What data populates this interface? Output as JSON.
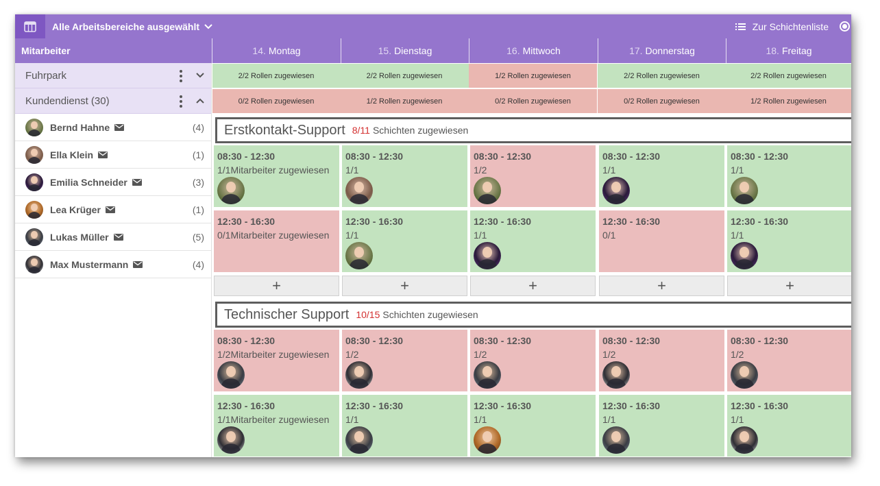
{
  "topbar": {
    "workspace_label": "Alle Arbeitsbereiche ausgewählt",
    "list_label": "Zur Schichtenliste"
  },
  "header": {
    "staff_label": "Mitarbeiter",
    "days": [
      {
        "num": "14.",
        "name": "Montag"
      },
      {
        "num": "15.",
        "name": "Dienstag"
      },
      {
        "num": "16.",
        "name": "Mittwoch"
      },
      {
        "num": "17.",
        "name": "Donnerstag"
      },
      {
        "num": "18.",
        "name": "Freitag"
      }
    ]
  },
  "sidebar": {
    "groups": [
      {
        "name": "Fuhrpark",
        "expanded": false
      },
      {
        "name": "Kundendienst (30)",
        "expanded": true
      }
    ],
    "employees": [
      {
        "name": "Bernd Hahne",
        "count": "(4)",
        "avatar": "bernd"
      },
      {
        "name": "Ella Klein",
        "count": "(1)",
        "avatar": "ella"
      },
      {
        "name": "Emilia Schneider",
        "count": "(3)",
        "avatar": "emilia"
      },
      {
        "name": "Lea Krüger",
        "count": "(1)",
        "avatar": "lea"
      },
      {
        "name": "Lukas Müller",
        "count": "(5)",
        "avatar": "lukas"
      },
      {
        "name": "Max Mustermann",
        "count": "(4)",
        "avatar": "max"
      }
    ]
  },
  "summary": {
    "fuhrpark": [
      {
        "text": "2/2 Rollen zugewiesen",
        "status": "g"
      },
      {
        "text": "2/2 Rollen zugewiesen",
        "status": "g"
      },
      {
        "text": "1/2 Rollen zugewiesen",
        "status": "r"
      },
      {
        "text": "2/2 Rollen zugewiesen",
        "status": "g"
      },
      {
        "text": "2/2 Rollen zugewiesen",
        "status": "g"
      }
    ],
    "kundendienst": [
      {
        "text": "0/2 Rollen zugewiesen",
        "status": "r"
      },
      {
        "text": "1/2 Rollen zugewiesen",
        "status": "r"
      },
      {
        "text": "0/2 Rollen zugewiesen",
        "status": "r"
      },
      {
        "text": "0/2 Rollen zugewiesen",
        "status": "r"
      },
      {
        "text": "1/2 Rollen zugewiesen",
        "status": "r"
      }
    ]
  },
  "sections": [
    {
      "title": "Erstkontakt-Support",
      "fraction": "8/11",
      "label": "Schichten zugewiesen",
      "rows": [
        [
          {
            "time": "08:30 - 12:30",
            "fill": "1/1Mitarbeiter zugewiesen",
            "status": "g",
            "avatar": "bernd"
          },
          {
            "time": "08:30 - 12:30",
            "fill": "1/1",
            "status": "g",
            "avatar": "ella"
          },
          {
            "time": "08:30 - 12:30",
            "fill": "1/2",
            "status": "r",
            "avatar": "bernd"
          },
          {
            "time": "08:30 - 12:30",
            "fill": "1/1",
            "status": "g",
            "avatar": "emilia"
          },
          {
            "time": "08:30 - 12:30",
            "fill": "1/1",
            "status": "g",
            "avatar": "bernd"
          }
        ],
        [
          {
            "time": "12:30 - 16:30",
            "fill": "0/1Mitarbeiter zugewiesen",
            "status": "r",
            "avatar": ""
          },
          {
            "time": "12:30 - 16:30",
            "fill": "1/1",
            "status": "g",
            "avatar": "bernd"
          },
          {
            "time": "12:30 - 16:30",
            "fill": "1/1",
            "status": "g",
            "avatar": "emilia"
          },
          {
            "time": "12:30 - 16:30",
            "fill": "0/1",
            "status": "r",
            "avatar": ""
          },
          {
            "time": "12:30 - 16:30",
            "fill": "1/1",
            "status": "g",
            "avatar": "emilia"
          }
        ]
      ],
      "add_label": "+"
    },
    {
      "title": "Technischer Support",
      "fraction": "10/15",
      "label": "Schichten zugewiesen",
      "rows": [
        [
          {
            "time": "08:30 - 12:30",
            "fill": "1/2Mitarbeiter zugewiesen",
            "status": "r",
            "avatar": "lukas"
          },
          {
            "time": "08:30 - 12:30",
            "fill": "1/2",
            "status": "r",
            "avatar": "max"
          },
          {
            "time": "08:30 - 12:30",
            "fill": "1/2",
            "status": "r",
            "avatar": "lukas"
          },
          {
            "time": "08:30 - 12:30",
            "fill": "1/2",
            "status": "r",
            "avatar": "max"
          },
          {
            "time": "08:30 - 12:30",
            "fill": "1/2",
            "status": "r",
            "avatar": "lukas"
          }
        ],
        [
          {
            "time": "12:30 - 16:30",
            "fill": "1/1Mitarbeiter zugewiesen",
            "status": "g",
            "avatar": "max"
          },
          {
            "time": "12:30 - 16:30",
            "fill": "1/1",
            "status": "g",
            "avatar": "lukas"
          },
          {
            "time": "12:30 - 16:30",
            "fill": "1/1",
            "status": "g",
            "avatar": "lea"
          },
          {
            "time": "12:30 - 16:30",
            "fill": "1/1",
            "status": "g",
            "avatar": "lukas"
          },
          {
            "time": "12:30 - 16:30",
            "fill": "1/1",
            "status": "g",
            "avatar": "max"
          }
        ]
      ]
    }
  ],
  "colors": {
    "accent": "#9575cd",
    "accent_dark": "#7e57c2",
    "assigned_green": "#c3e3bf",
    "unassigned_red": "#ebbdbd",
    "fraction_red": "#d32f2f"
  },
  "icons": {
    "app": "calendar-table-icon",
    "workspace_dropdown": "chevron-down-icon",
    "list": "list-icon",
    "group_menu": "kebab-icon",
    "mail": "mail-icon"
  }
}
